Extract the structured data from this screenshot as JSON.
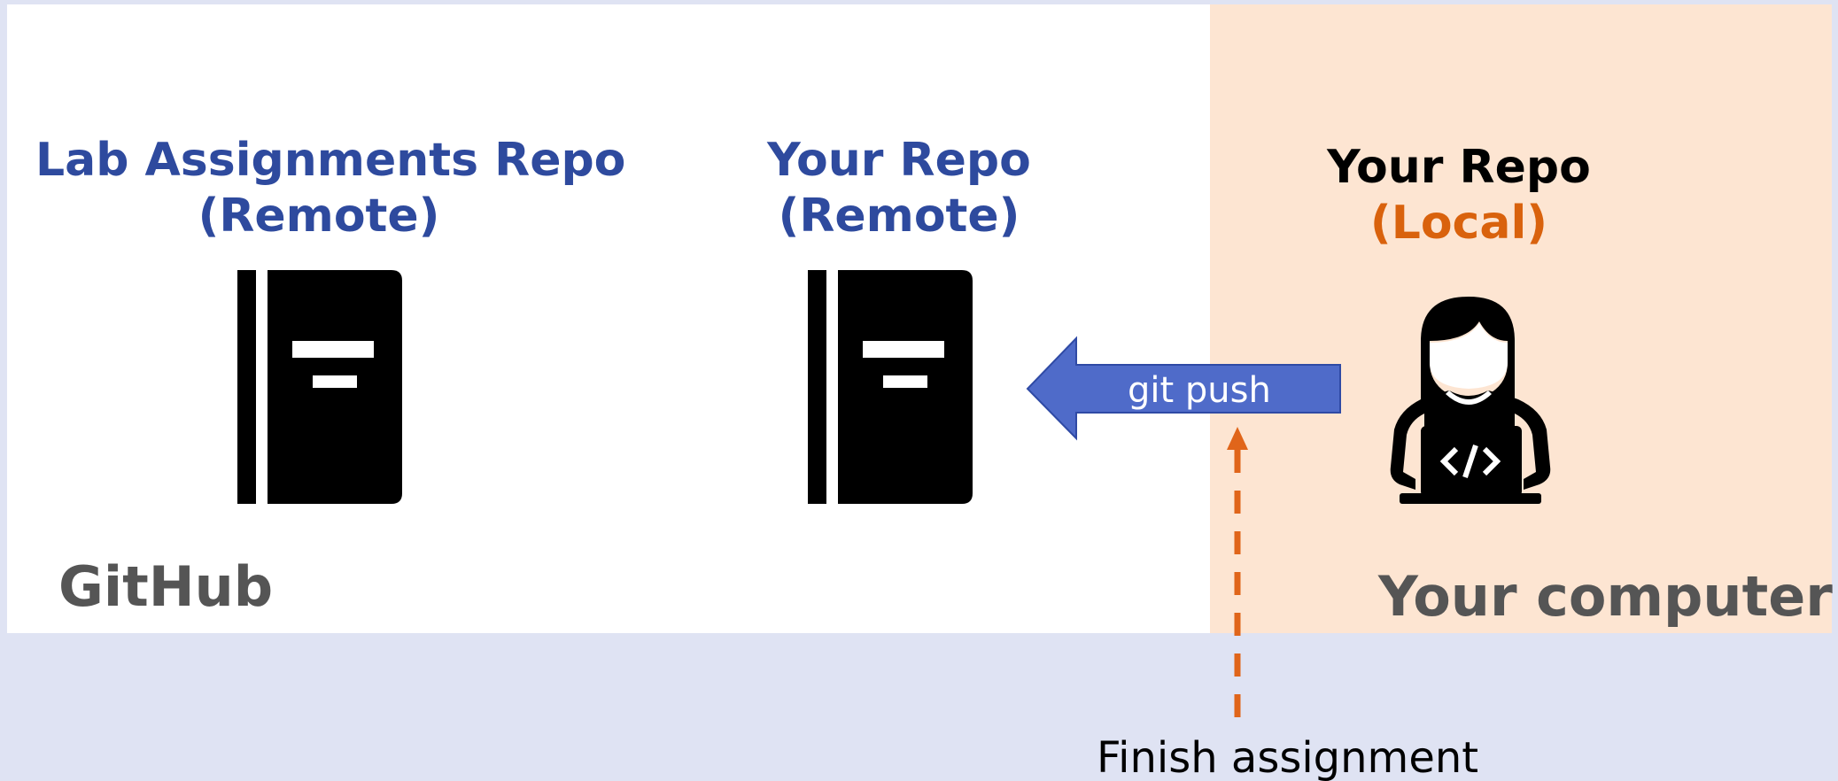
{
  "lab_repo": {
    "title_line1": "Lab Assignments Repo",
    "title_line2": "(Remote)",
    "icon": "book-icon"
  },
  "your_remote_repo": {
    "title_line1": "Your Repo",
    "title_line2": "(Remote)",
    "icon": "book-icon"
  },
  "your_local_repo": {
    "title_line1": "Your Repo",
    "title_line2": "(Local)",
    "icon": "developer-with-laptop-icon"
  },
  "regions": {
    "github_label": "GitHub",
    "computer_label": "Your computer"
  },
  "push_arrow": {
    "label": "git push",
    "color": "#4f6bc9"
  },
  "step_label": "Finish assignment",
  "colors": {
    "title_blue": "#2e4a9e",
    "local_orange": "#d9620d",
    "computer_region": "#fde5d2",
    "background": "#dfe3f3",
    "region_label_gray": "#555555"
  }
}
